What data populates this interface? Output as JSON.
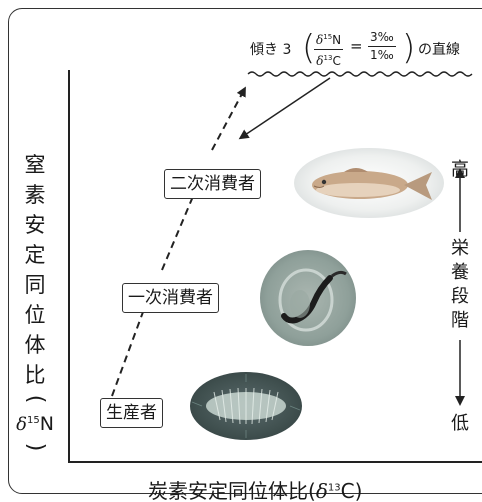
{
  "annotation": {
    "prefix": "傾き 3",
    "frac1_num_sym": "δ",
    "frac1_num_sup": "15",
    "frac1_num_el": "N",
    "frac1_den_sym": "δ",
    "frac1_den_sup": "13",
    "frac1_den_el": "C",
    "equals": "=",
    "frac2_num": "3‰",
    "frac2_den": "1‰",
    "suffix": "の直線"
  },
  "axes": {
    "y_label_chars": [
      "窒",
      "素",
      "安",
      "定",
      "同",
      "位",
      "体",
      "比"
    ],
    "y_label_symbol": "δ",
    "y_label_sup": "15",
    "y_label_element": "N",
    "x_label_text": "炭素安定同位体比",
    "x_label_symbol": "δ",
    "x_label_sup": "13",
    "x_label_element": "C"
  },
  "levels": {
    "producer": "生産者",
    "primary": "一次消費者",
    "secondary": "二次消費者"
  },
  "trophic": {
    "high": "高",
    "low": "低",
    "label_chars": [
      "栄",
      "養",
      "段",
      "階"
    ]
  },
  "colors": {
    "line": "#222222",
    "photo_bg": "#c9cfd0"
  }
}
